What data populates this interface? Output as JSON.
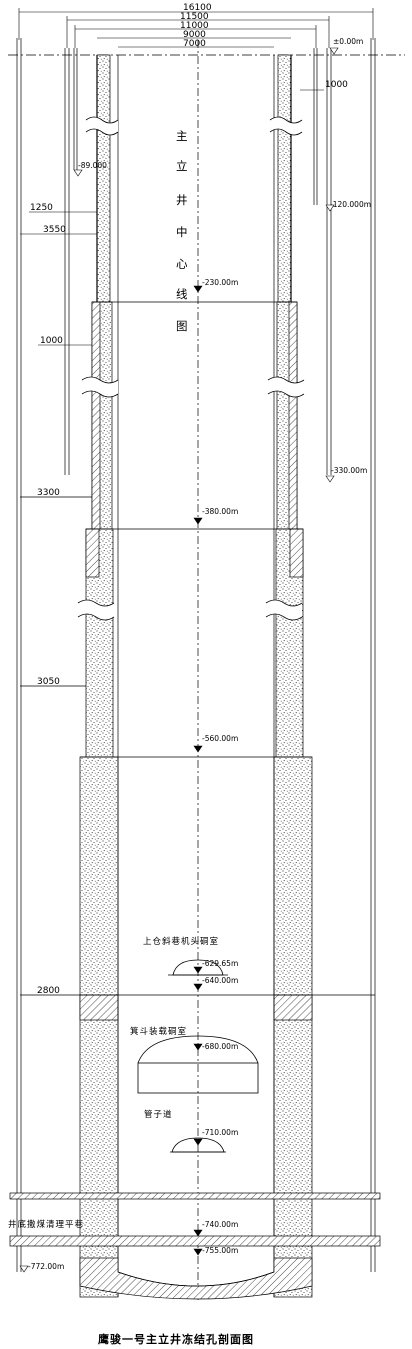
{
  "caption": "鹰骏一号主立井冻结孔剖面图",
  "center_line_label": [
    "主",
    "立",
    "井",
    "中",
    "心",
    "线",
    "图"
  ],
  "dimensions": {
    "d16100": "16100",
    "d11500": "11500",
    "d11000": "11000",
    "d9000": "9000",
    "d7000": "7000",
    "d1000_right": "1000",
    "d1250": "1250",
    "d3550": "3550",
    "d1000_left": "1000",
    "d3300": "3300",
    "d3050": "3050",
    "d2800": "2800"
  },
  "levels": {
    "top": "±0.00m",
    "l89": "-89.000",
    "l120": "-120.000m",
    "l230": "-230.00m",
    "l330": "-330.00m",
    "l380": "-380.00m",
    "l560": "-560.00m",
    "l629": "-629.65m",
    "l640": "-640.00m",
    "l680": "-680.00m",
    "l710": "-710.00m",
    "l740": "-740.00m",
    "l755": "-755.00m",
    "l772": "-772.00m"
  },
  "chambers": {
    "upper_belt": "上仓斜巷机头硐室",
    "skip_loading": "箕斗装载硐室",
    "pipe_way": "管子道",
    "sump_roadway": "井底撒煤清理平巷"
  }
}
